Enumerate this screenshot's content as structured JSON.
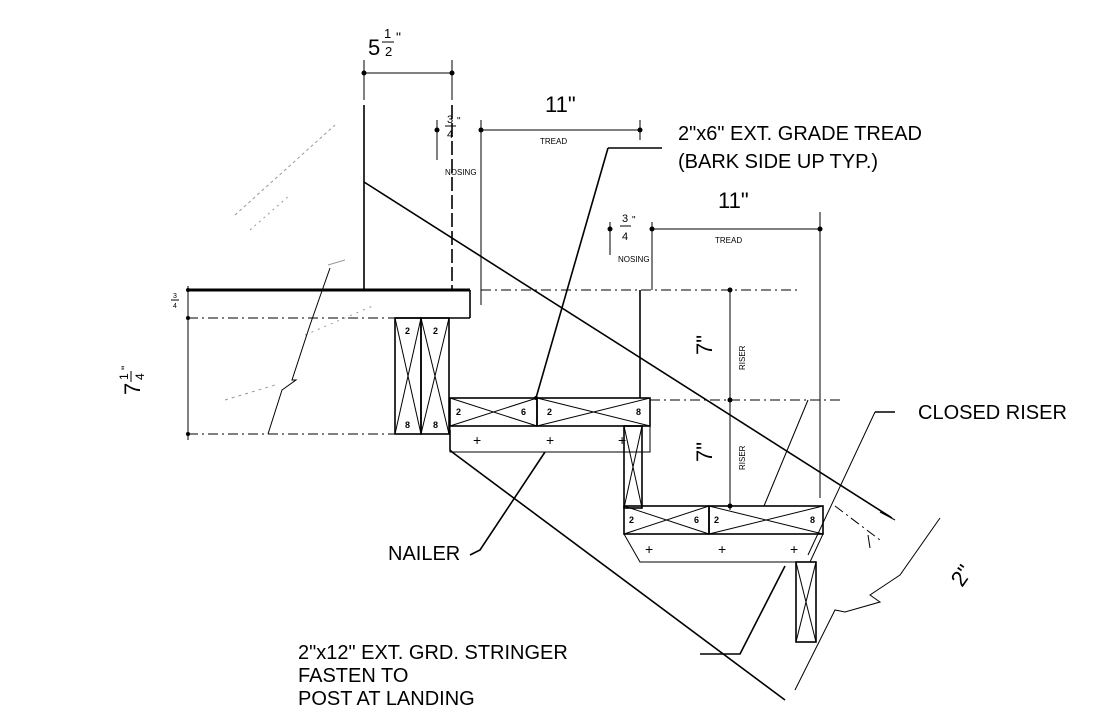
{
  "dimensions": {
    "post_width_whole": "5",
    "post_width_num": "1",
    "post_width_den": "2",
    "tread1_len": "11\"",
    "tread2_len": "11\"",
    "tread_word": "TREAD",
    "nosing_word": "NOSING",
    "nosing_num": "3",
    "nosing_den": "4",
    "riser_word": "RISER",
    "riser1": "7\"",
    "riser2": "7\"",
    "deck_whole": "7",
    "deck_num": "1",
    "deck_den": "4",
    "deck_thk_num": "3",
    "deck_thk_den": "4",
    "stringer_depth": "2\""
  },
  "lumber_marks": {
    "post": [
      "2",
      "2",
      "8",
      "8"
    ],
    "tread1": [
      "2",
      "6",
      "2",
      "8"
    ],
    "tread2": [
      "2",
      "6",
      "2",
      "8"
    ]
  },
  "callouts": {
    "tread": [
      "2\"x6\" EXT. GRADE TREAD",
      "(BARK SIDE UP TYP.)"
    ],
    "closed_riser": "CLOSED RISER",
    "nailer": "NAILER",
    "stringer": [
      "2\"x12\" EXT. GRD. STRINGER",
      "FASTEN TO",
      "POST AT LANDING"
    ]
  }
}
